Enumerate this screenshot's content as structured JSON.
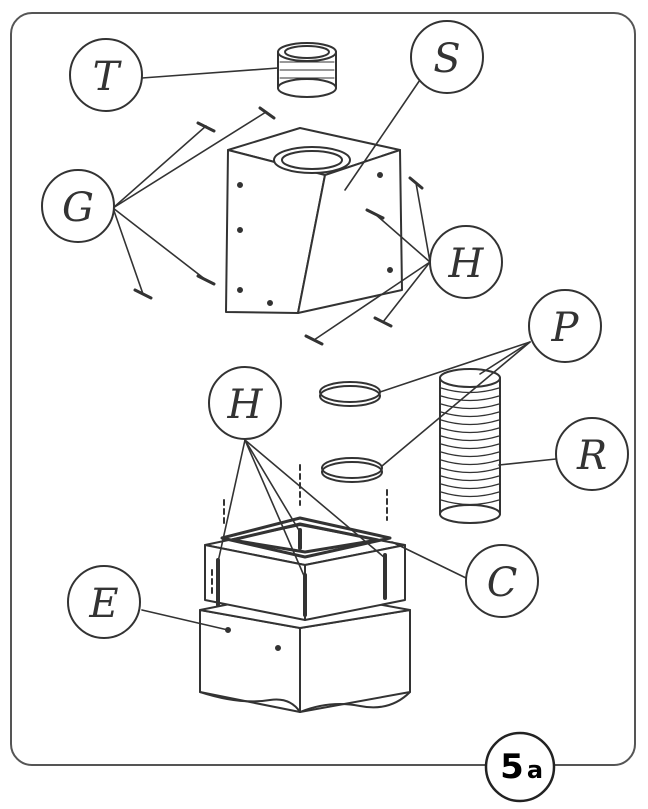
{
  "callouts": {
    "T": "T",
    "S": "S",
    "G": "G",
    "H_upper": "H",
    "P": "P",
    "H_lower": "H",
    "R": "R",
    "C": "C",
    "E": "E"
  },
  "figure_badge": {
    "number": "5",
    "suffix": "a"
  },
  "colors": {
    "line": "#333333",
    "background": "#ffffff"
  }
}
